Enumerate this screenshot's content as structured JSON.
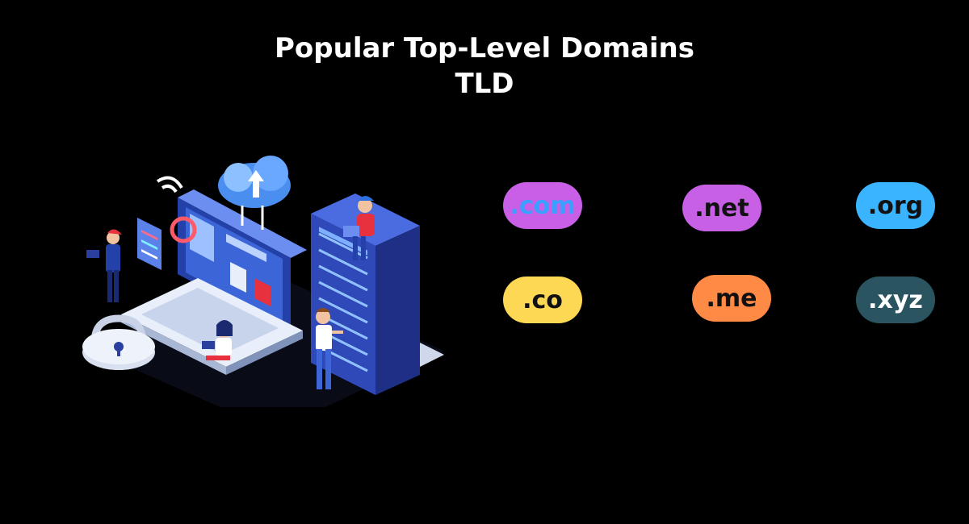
{
  "title": {
    "line1": "Popular Top-Level Domains",
    "line2": "TLD"
  },
  "illustration": {
    "icon": "data-center-network-illustration",
    "colors": {
      "server": "#2b3f9e",
      "monitor": "#3a5fd4",
      "cloud": "#4a8ff0",
      "light": "#dde6f5"
    }
  },
  "domains": [
    {
      "label": ".com",
      "bg": "#c95fe6",
      "fg": "#3aa0ff"
    },
    {
      "label": ".net",
      "bg": "#c760e4",
      "fg": "#111111"
    },
    {
      "label": ".org",
      "bg": "#3ab4ff",
      "fg": "#111111"
    },
    {
      "label": ".co",
      "bg": "#fdd855",
      "fg": "#111111"
    },
    {
      "label": ".me",
      "bg": "#ff8a45",
      "fg": "#111111"
    },
    {
      "label": ".xyz",
      "bg": "#2a5560",
      "fg": "#ffffff"
    }
  ]
}
